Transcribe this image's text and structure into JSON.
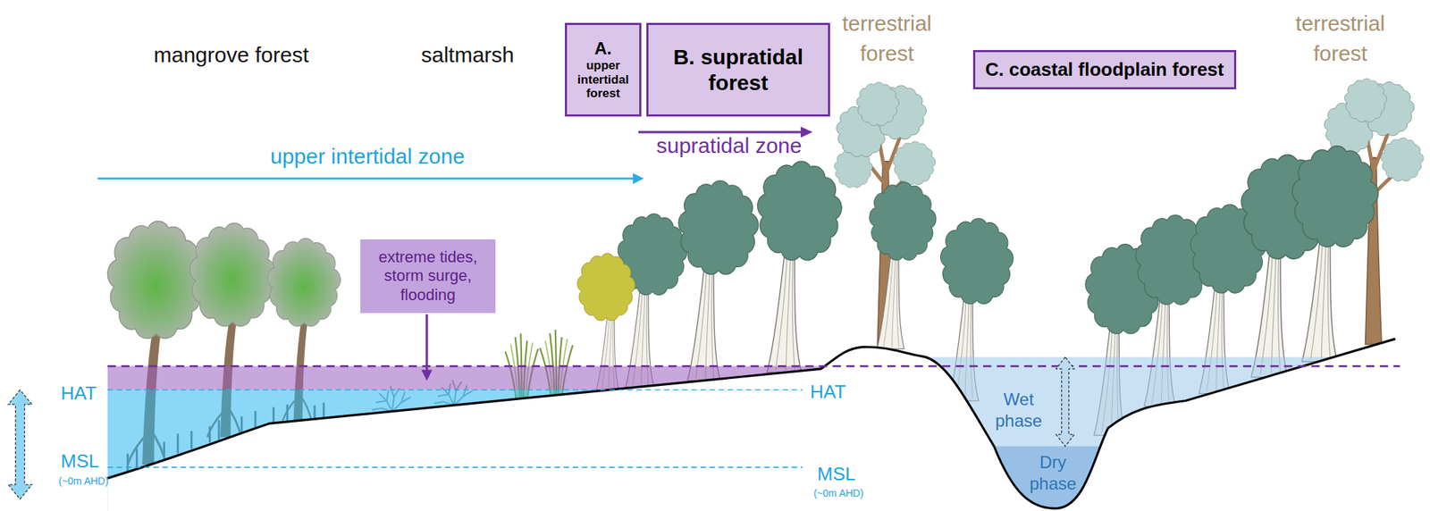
{
  "diagram": {
    "nodes": [
      {
        "text": [
          "A.",
          "upper intertidal forest"
        ]
      },
      {
        "text": [
          "B. supratidal forest"
        ]
      },
      {
        "text": [
          "C. coastal floodplain forest"
        ]
      },
      {
        "text": [
          "extreme tides, storm surge, flooding"
        ]
      }
    ],
    "labels": [
      "mangrove forest",
      "saltmarsh",
      "terrestrial forest",
      "terrestrial forest",
      "supratidal zone",
      "upper intertidal zone",
      "HAT",
      "HAT",
      "MSL",
      "(~0m AHD)",
      "MSL",
      "(~0m AHD)",
      "Wet phase",
      "Dry phase"
    ]
  }
}
